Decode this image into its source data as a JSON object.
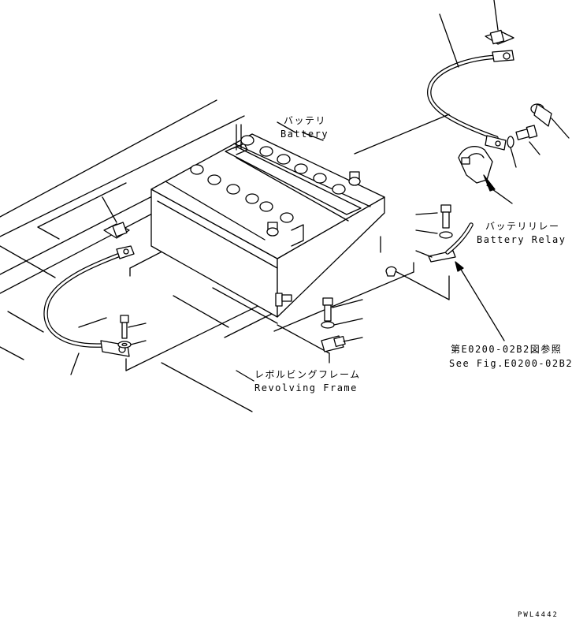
{
  "labels": {
    "battery_ja": "バッテリ",
    "battery_en": "Battery",
    "battery_relay_ja": "バッテリリレー",
    "battery_relay_en": "Battery Relay",
    "see_fig_ja": "第E0200-02B2図参照",
    "see_fig_en": "See Fig.E0200-02B2",
    "revolving_frame_ja": "レボルビングフレーム",
    "revolving_frame_en": "Revolving Frame",
    "drawing_number": "PWL4442"
  }
}
